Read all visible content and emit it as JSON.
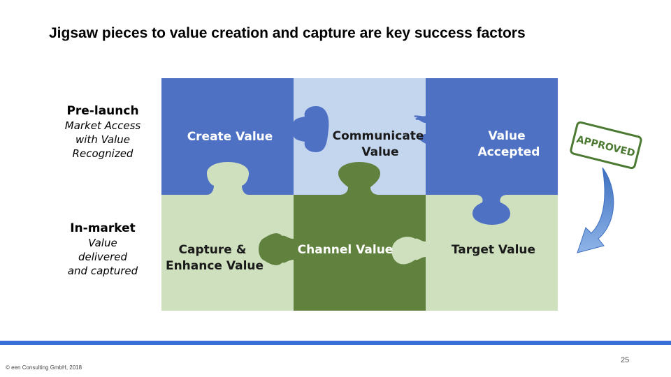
{
  "slide": {
    "title": "Jigsaw pieces to value creation and capture are key success factors",
    "page_number": "25",
    "copyright": "© een Consulting GmbH, 2018"
  },
  "rows": {
    "prelaunch": {
      "heading": "Pre-launch",
      "sub": [
        "Market Access",
        "with Value",
        "Recognized"
      ]
    },
    "inmarket": {
      "heading": "In-market",
      "sub": [
        "Value",
        "delivered",
        "and captured"
      ]
    }
  },
  "pieces": {
    "create_value": {
      "lines": [
        "Create Value"
      ]
    },
    "communicate_value": {
      "lines": [
        "Communicate",
        "Value"
      ]
    },
    "value_accepted": {
      "lines": [
        "Value",
        "Accepted"
      ]
    },
    "capture_enhance": {
      "lines": [
        "Capture &",
        "Enhance Value"
      ]
    },
    "channel_value": {
      "lines": [
        "Channel Value"
      ]
    },
    "target_value": {
      "lines": [
        "Target Value"
      ]
    }
  },
  "stamp": {
    "label": "APPROVED"
  },
  "colors": {
    "dark_blue": "#4f71c3",
    "light_blue": "#c4d6ee",
    "dark_green": "#61813e",
    "light_green": "#cfe0bf",
    "stamp_green": "#4c7a32",
    "arrow_blue": "#5b8fd6",
    "accent_bar": "#3a6fd8"
  }
}
